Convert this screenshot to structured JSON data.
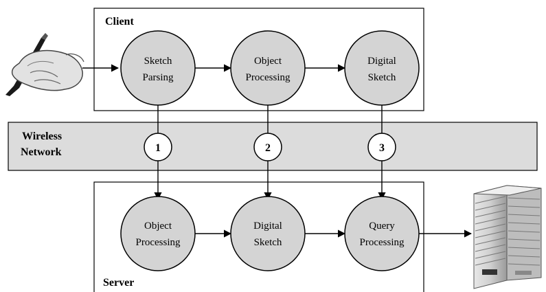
{
  "client": {
    "title": "Client",
    "nodes": [
      {
        "line1": "Sketch",
        "line2": "Parsing"
      },
      {
        "line1": "Object",
        "line2": "Processing"
      },
      {
        "line1": "Digital",
        "line2": "Sketch"
      }
    ]
  },
  "network": {
    "line1": "Wireless",
    "line2": "Network",
    "channels": [
      "1",
      "2",
      "3"
    ]
  },
  "server": {
    "title": "Server",
    "nodes": [
      {
        "line1": "Object",
        "line2": "Processing"
      },
      {
        "line1": "Digital",
        "line2": "Sketch"
      },
      {
        "line1": "Query",
        "line2": "Processing"
      }
    ]
  },
  "icons": {
    "input": "hand-with-pen-icon",
    "output": "server-rack-icon"
  },
  "colors": {
    "node_fill": "#d4d4d4",
    "band_fill": "#dcdcdc"
  }
}
